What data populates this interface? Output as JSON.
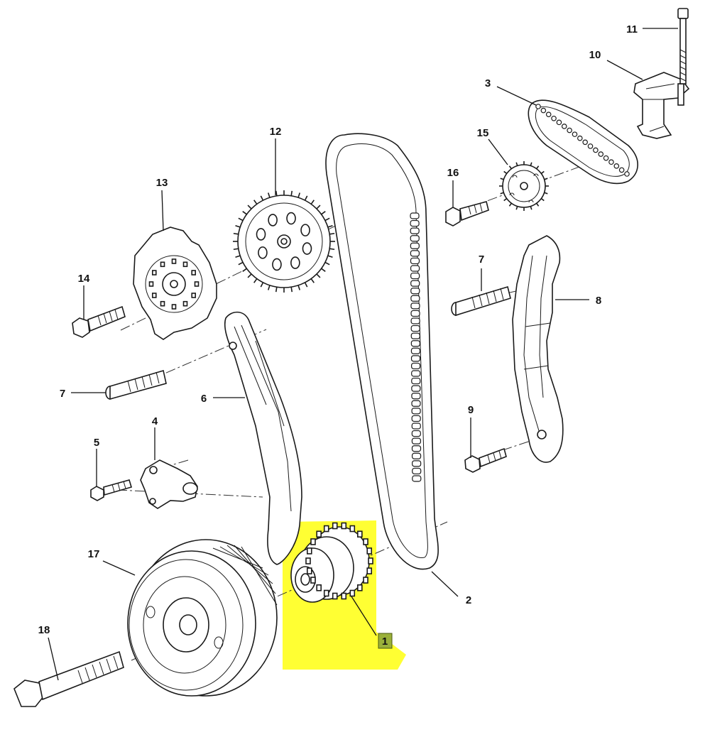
{
  "colors": {
    "highlight": "#ffff33",
    "highlight_label_bg": "#9ab03a",
    "line": "#1a1a1a",
    "background": "#ffffff"
  },
  "callouts": {
    "c1": "1",
    "c2": "2",
    "c3": "3",
    "c4": "4",
    "c5": "5",
    "c6": "6",
    "c7a": "7",
    "c7b": "7",
    "c8": "8",
    "c9": "9",
    "c10": "10",
    "c11": "11",
    "c12": "12",
    "c13": "13",
    "c14": "14",
    "c15": "15",
    "c16": "16",
    "c17": "17",
    "c18": "18"
  }
}
